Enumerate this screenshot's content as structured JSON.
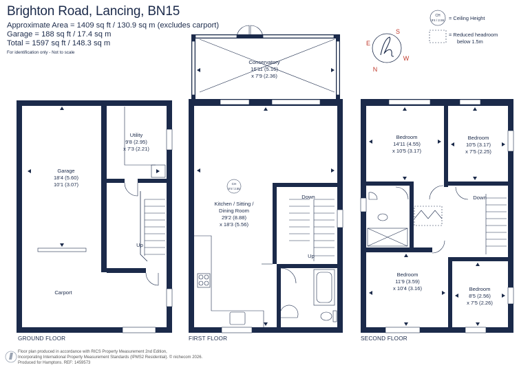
{
  "header": {
    "title": "Brighton Road, Lancing, BN15",
    "area_line": "Approximate Area = 1409 sq ft / 130.9 sq m (excludes carport)",
    "garage_line": "Garage = 188 sq ft / 17.4 sq m",
    "total_line": "Total = 1597 sq ft / 148.3 sq m",
    "note": "For identification only - Not to scale"
  },
  "legend": {
    "ceiling_symbol_top": "CH",
    "ceiling_symbol_bottom": "8'4 / 2.55",
    "ceiling_label": "= Ceiling Height",
    "reduced_label_1": "= Reduced headroom",
    "reduced_label_2": "below 1.5m"
  },
  "compass": {
    "north": "N",
    "east": "E",
    "south": "S",
    "west": "W"
  },
  "floors": {
    "ground": "GROUND FLOOR",
    "first": "FIRST FLOOR",
    "second": "SECOND FLOOR"
  },
  "rooms": {
    "garage": {
      "name": "Garage",
      "dims1": "18'4 (5.60)",
      "dims2": "10'1 (3.07)"
    },
    "carport": {
      "name": "Carport"
    },
    "utility": {
      "name": "Utility",
      "dims1": "9'8 (2.95)",
      "dims2": "x 7'3 (2.21)"
    },
    "ground_stairs": {
      "up": "Up"
    },
    "conservatory": {
      "name": "Conservatory",
      "dims1": "16'11 (5.16)",
      "dims2": "x 7'9 (2.36)"
    },
    "kitchen": {
      "name": "Kitchen / Sitting /",
      "name2": "Dining Room",
      "dims1": "29'2 (8.88)",
      "dims2": "x 18'3 (5.56)",
      "ch_top": "CH",
      "ch_bottom": "8'4 / 2.55"
    },
    "first_stairs": {
      "down": "Down",
      "up": "Up"
    },
    "bedroom1": {
      "name": "Bedroom",
      "dims1": "14'11 (4.55)",
      "dims2": "x 10'5 (3.17)"
    },
    "bedroom2": {
      "name": "Bedroom",
      "dims1": "10'5 (3.17)",
      "dims2": "x 7'5 (2.25)"
    },
    "bedroom3": {
      "name": "Bedroom",
      "dims1": "11'9 (3.59)",
      "dims2": "x 10'4 (3.16)"
    },
    "bedroom4": {
      "name": "Bedroom",
      "dims1": "8'5 (2.56)",
      "dims2": "x 7'5 (2.26)"
    },
    "second_stairs": {
      "down": "Down"
    }
  },
  "footer": {
    "line1": "Floor plan produced in accordance with RICS Property Measurement 2nd Edition,",
    "line2": "Incorporating International Property Measurement Standards (IPMS2 Residential).  © nichecom 2026.",
    "line3": "Produced for Hamptons.   REF: 1459573"
  },
  "colors": {
    "wall": "#1b2a4a",
    "text": "#1b2a4a",
    "accent": "#c0392b"
  }
}
